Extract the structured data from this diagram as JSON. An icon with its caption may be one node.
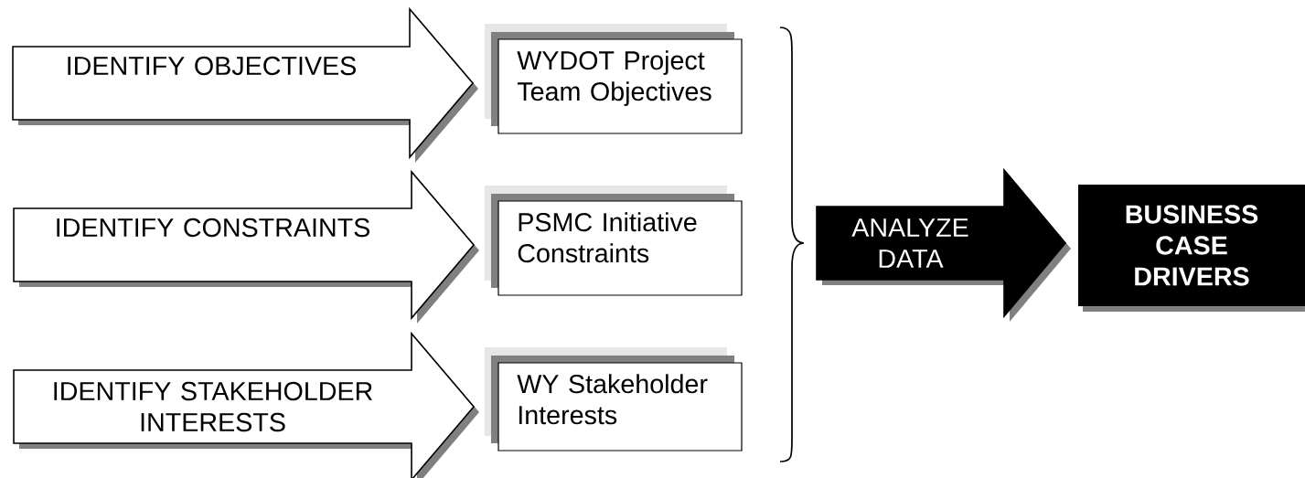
{
  "diagram": {
    "nodes": [
      {
        "text": [
          "IDENTIFY OBJECTIVES"
        ]
      },
      {
        "text": [
          "WYDOT Project Team Objectives"
        ]
      },
      {
        "text": [
          "IDENTIFY CONSTRAINTS"
        ]
      },
      {
        "text": [
          "PSMC Initiative Constraints"
        ]
      },
      {
        "text": [
          "IDENTIFY STAKEHOLDER INTERESTS"
        ]
      },
      {
        "text": [
          "WY Stakeholder Interests"
        ]
      },
      {
        "text": [
          "ANALYZE DATA"
        ]
      },
      {
        "text": [
          "BUSINESS CASE DRIVERS"
        ]
      }
    ]
  }
}
